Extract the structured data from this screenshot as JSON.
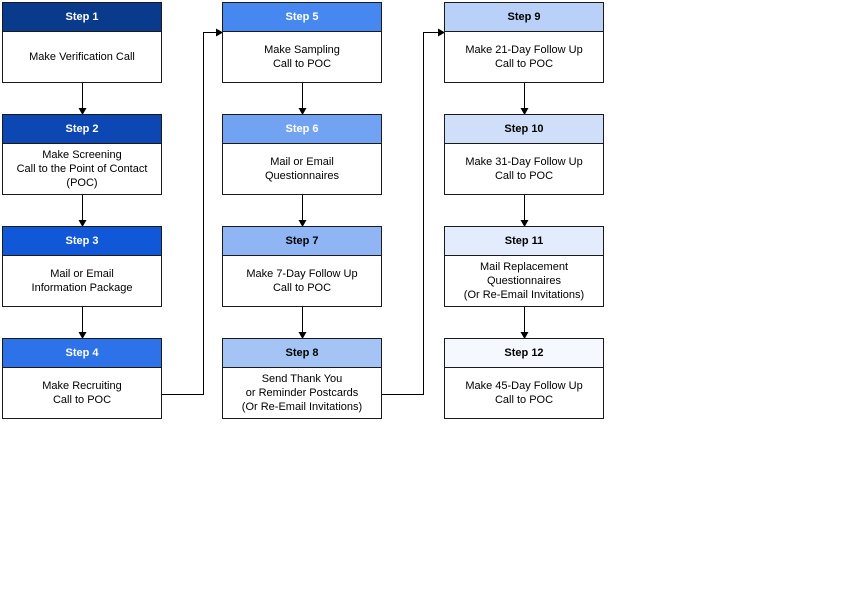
{
  "steps": [
    {
      "label": "Step 1",
      "text": "Make Verification Call",
      "header_color": "#0a3a8c",
      "header_text_color": "#ffffff"
    },
    {
      "label": "Step 2",
      "text": "Make Screening\nCall to the Point of Contact\n(POC)",
      "header_color": "#0d47b4",
      "header_text_color": "#ffffff"
    },
    {
      "label": "Step 3",
      "text": "Mail or Email\nInformation Package",
      "header_color": "#1158d8",
      "header_text_color": "#ffffff"
    },
    {
      "label": "Step 4",
      "text": "Make Recruiting\nCall to POC",
      "header_color": "#2e72ea",
      "header_text_color": "#ffffff"
    },
    {
      "label": "Step 5",
      "text": "Make Sampling\nCall to POC",
      "header_color": "#4688f0",
      "header_text_color": "#ffffff"
    },
    {
      "label": "Step 6",
      "text": "Mail or Email\nQuestionnaires",
      "header_color": "#72a3f2",
      "header_text_color": "#ffffff"
    },
    {
      "label": "Step 7",
      "text": "Make 7-Day Follow Up\nCall to POC",
      "header_color": "#8fb5f4",
      "header_text_color": "#000000"
    },
    {
      "label": "Step 8",
      "text": "Send Thank You\nor Reminder Postcards\n(Or Re-Email Invitations)",
      "header_color": "#a5c4f6",
      "header_text_color": "#000000"
    },
    {
      "label": "Step 9",
      "text": "Make 21-Day Follow Up\nCall to POC",
      "header_color": "#b9d1f8",
      "header_text_color": "#000000"
    },
    {
      "label": "Step 10",
      "text": "Make 31-Day Follow Up\nCall to POC",
      "header_color": "#cfdffa",
      "header_text_color": "#000000"
    },
    {
      "label": "Step 11",
      "text": "Mail Replacement\nQuestionnaires\n(Or Re-Email Invitations)",
      "header_color": "#e3ecfc",
      "header_text_color": "#000000"
    },
    {
      "label": "Step 12",
      "text": "Make 45-Day Follow Up\nCall to POC",
      "header_color": "#f5f8fe",
      "header_text_color": "#000000"
    }
  ]
}
